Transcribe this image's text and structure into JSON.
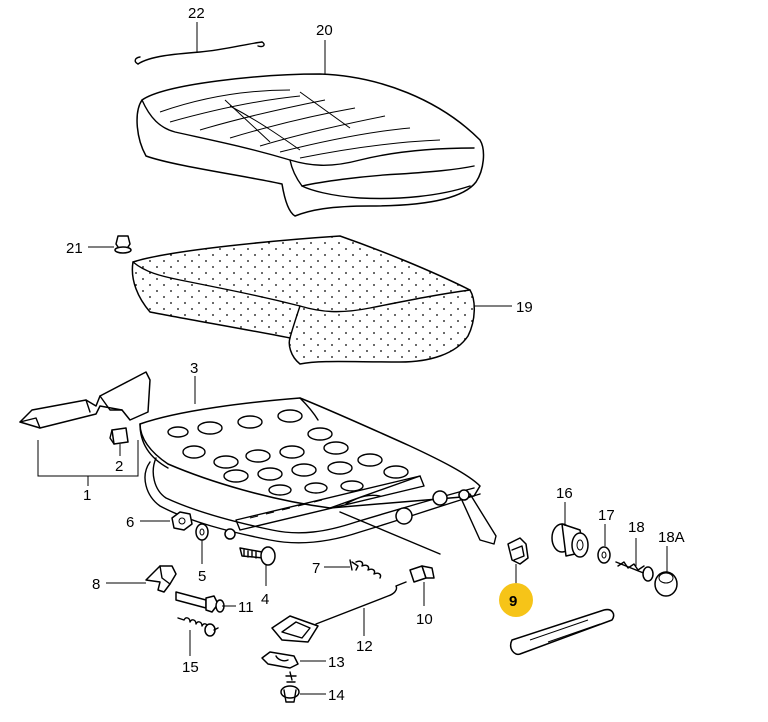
{
  "diagram": {
    "highlight_color": "#f6c418",
    "parts": [
      {
        "key": "p22",
        "label": "22",
        "name": "cover-hook-wire"
      },
      {
        "key": "p20",
        "label": "20",
        "name": "seat-cover"
      },
      {
        "key": "p21",
        "label": "21",
        "name": "clip"
      },
      {
        "key": "p19",
        "label": "19",
        "name": "seat-cushion-padding"
      },
      {
        "key": "p3",
        "label": "3",
        "name": "seat-frame"
      },
      {
        "key": "p1",
        "label": "1",
        "name": "side-trim-group"
      },
      {
        "key": "p2",
        "label": "2",
        "name": "retaining-clip"
      },
      {
        "key": "p6",
        "label": "6",
        "name": "hex-nut"
      },
      {
        "key": "p5",
        "label": "5",
        "name": "washer"
      },
      {
        "key": "p4",
        "label": "4",
        "name": "bolt"
      },
      {
        "key": "p7",
        "label": "7",
        "name": "spring"
      },
      {
        "key": "p8",
        "label": "8",
        "name": "lever-handle"
      },
      {
        "key": "p11",
        "label": "11",
        "name": "pin"
      },
      {
        "key": "p15",
        "label": "15",
        "name": "threaded-stud"
      },
      {
        "key": "p10",
        "label": "10",
        "name": "bearing-block"
      },
      {
        "key": "p12",
        "label": "12",
        "name": "release-cable"
      },
      {
        "key": "p13",
        "label": "13",
        "name": "bracket"
      },
      {
        "key": "p14",
        "label": "14",
        "name": "screw"
      },
      {
        "key": "p9",
        "label": "9",
        "name": "clamp",
        "highlighted": true
      },
      {
        "key": "p16",
        "label": "16",
        "name": "bushing"
      },
      {
        "key": "p17",
        "label": "17",
        "name": "washer-small"
      },
      {
        "key": "p18",
        "label": "18",
        "name": "screw-long"
      },
      {
        "key": "p18a",
        "label": "18A",
        "name": "cap"
      }
    ]
  }
}
